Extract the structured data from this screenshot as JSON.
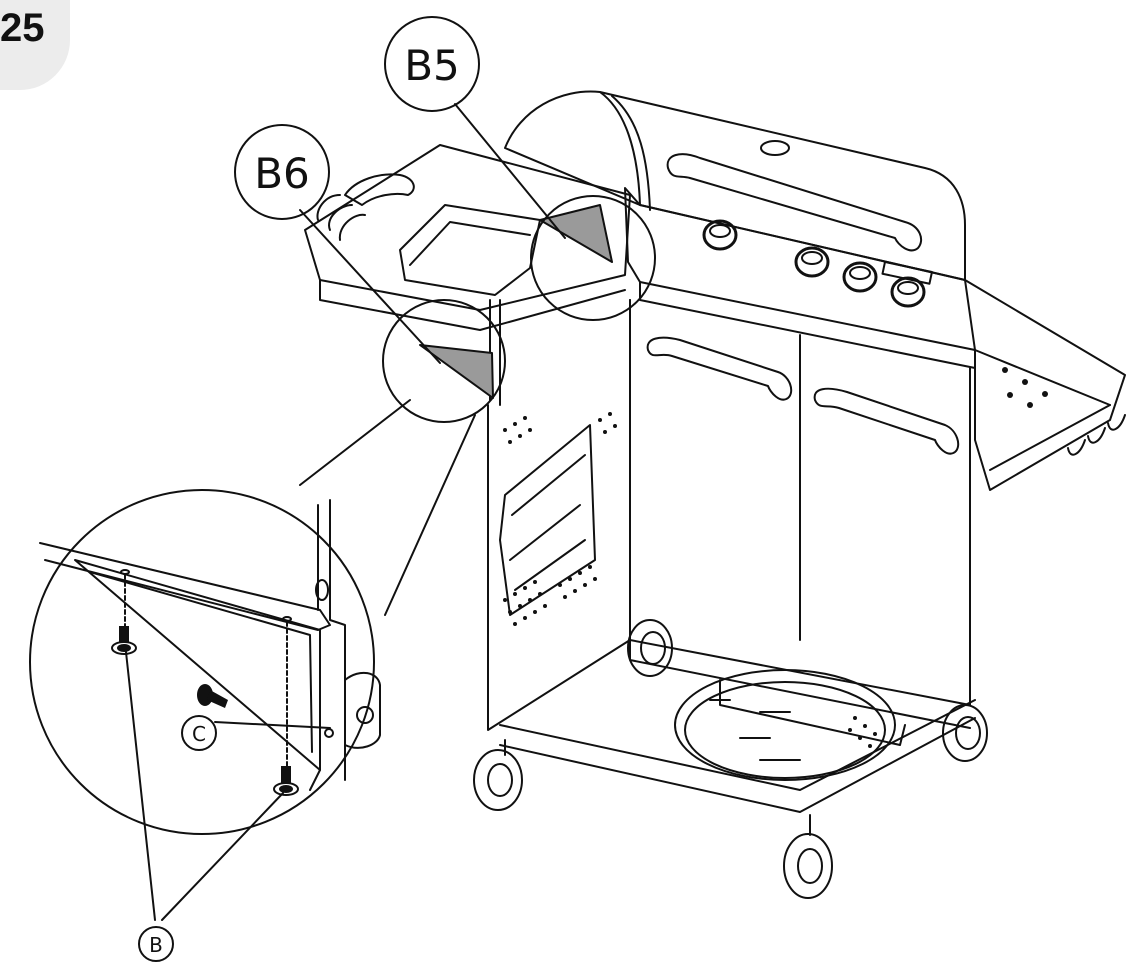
{
  "step": {
    "number": "25"
  },
  "callouts": {
    "b5": "B5",
    "b6": "B6",
    "c": "C",
    "b": "B"
  },
  "colors": {
    "ink": "#111111",
    "bracket_fill": "#9a9a9a",
    "badge": "#ececec"
  },
  "icons": [
    "screw-icon",
    "bolt-icon"
  ]
}
